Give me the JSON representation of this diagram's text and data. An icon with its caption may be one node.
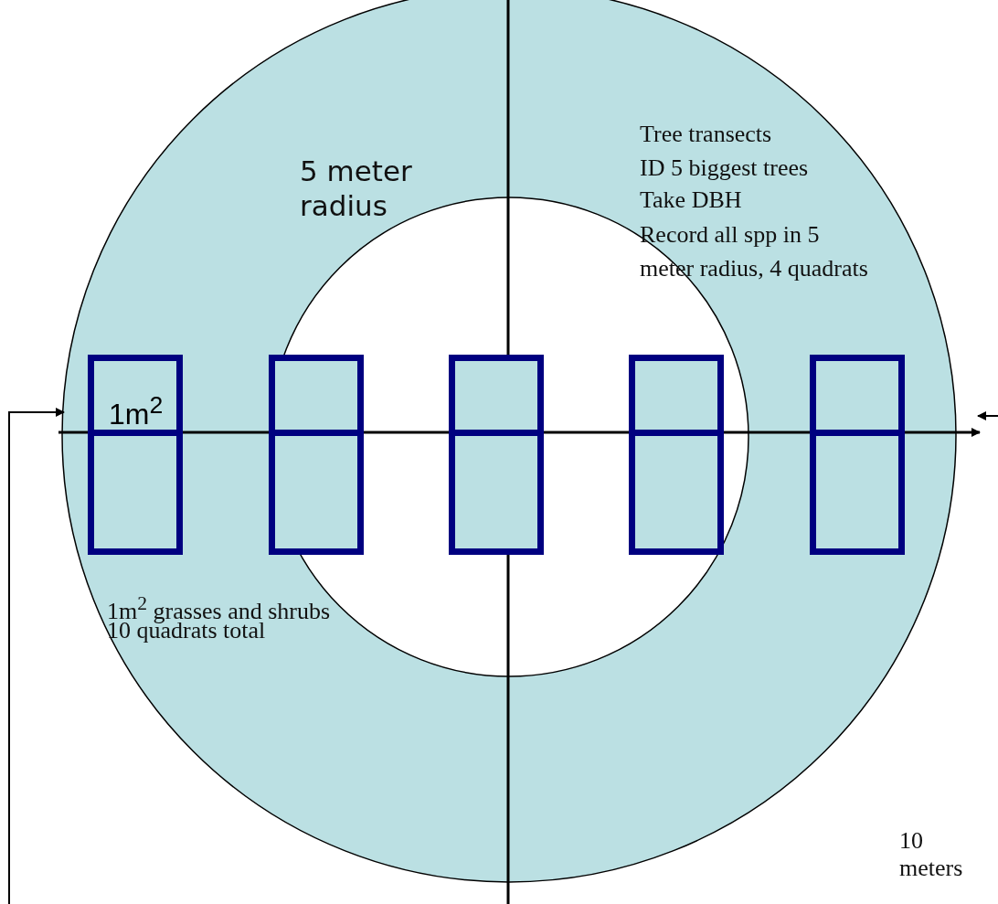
{
  "diagram": {
    "nodes": [
      {
        "text": [
          "1m$^{2}$"
        ]
      },
      {
        "text": [],
        "shape": "box"
      },
      {
        "text": [],
        "shape": "box"
      },
      {
        "text": [],
        "shape": "box"
      },
      {
        "text": [],
        "shape": "box"
      },
      {
        "text": [],
        "shape": "box"
      },
      {
        "text": [],
        "shape": "box"
      },
      {
        "text": [],
        "shape": "box"
      },
      {
        "text": [],
        "shape": "box"
      },
      {
        "text": [],
        "shape": "box"
      }
    ],
    "labels": [
      "5 meter radius",
      "Tree transects",
      "ID 5 biggest trees",
      "Take DBH",
      "Record all spp in 5 meter radius, 4 quadrats",
      "1m$^{2}$ grasses and shrubs",
      "10 quadrats total",
      "10 meters"
    ]
  }
}
